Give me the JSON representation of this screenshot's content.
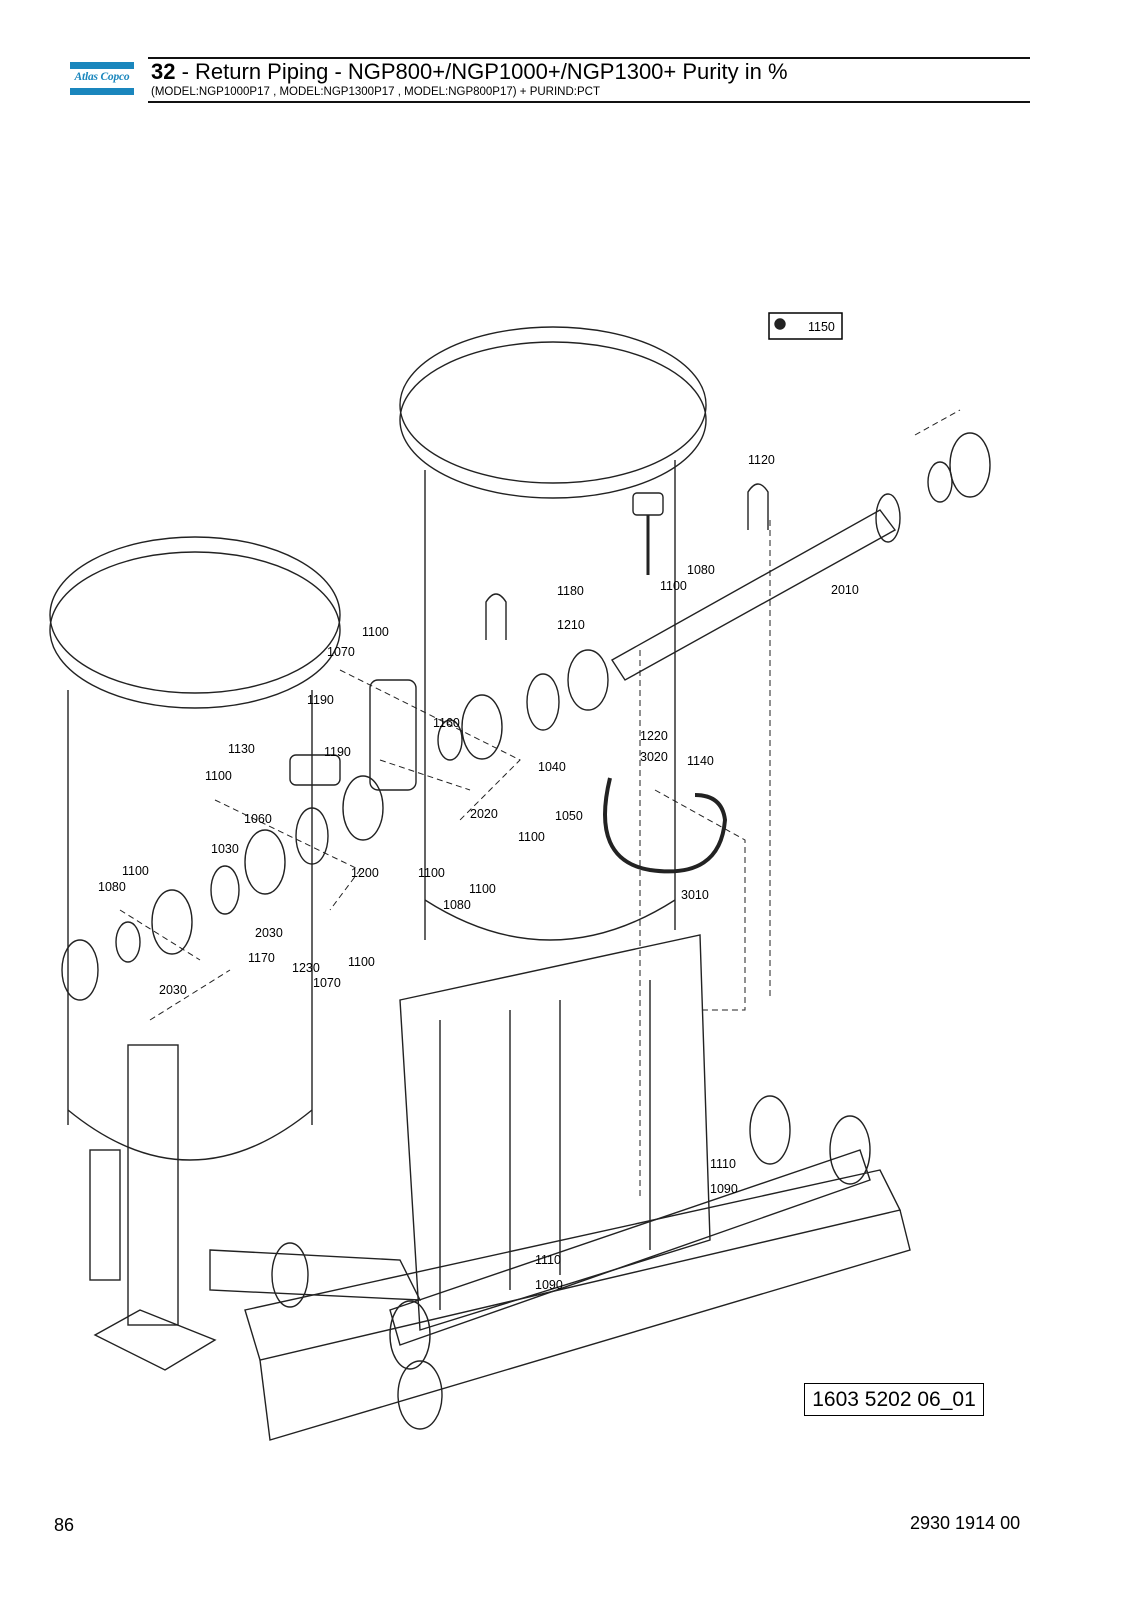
{
  "header": {
    "brand": "Atlas Copco",
    "title_number": "32",
    "title_text": " - Return Piping - NGP800+/NGP1000+/NGP1300+ Purity in %",
    "subtitle": "(MODEL:NGP1000P17 , MODEL:NGP1300P17 , MODEL:NGP800P17) + PURIND:PCT"
  },
  "drawing": {
    "reference": "1603 5202 06_01",
    "callouts": [
      "1150",
      "1120",
      "2010",
      "1080",
      "1100",
      "1180",
      "1210",
      "1100",
      "1070",
      "1190",
      "1190",
      "1130",
      "1160",
      "2020",
      "1040",
      "1220",
      "3020",
      "1140",
      "1100",
      "1060",
      "1050",
      "1100",
      "1030",
      "1200",
      "1100",
      "1100",
      "1080",
      "3010",
      "1100",
      "1080",
      "2030",
      "2030",
      "1170",
      "1230",
      "1070",
      "1100",
      "1110",
      "1090",
      "1110",
      "1090"
    ]
  },
  "footer": {
    "page_number": "86",
    "document_number": "2930 1914 00"
  }
}
